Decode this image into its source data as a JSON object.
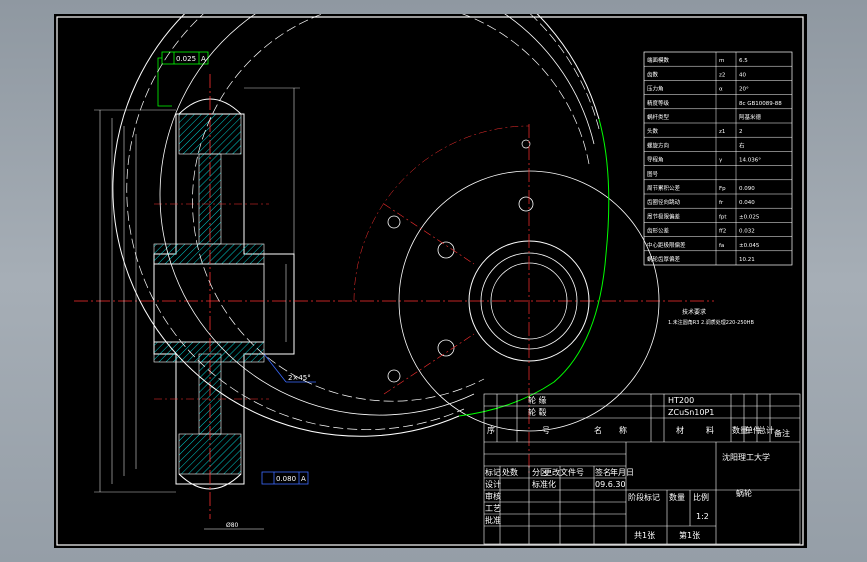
{
  "drawing": {
    "title_block": {
      "school": "沈阳理工大学",
      "part_name": "蜗轮",
      "scale_header": "比例",
      "scale_value": "1:2",
      "weight_header": "数量",
      "stage_header": "阶段标记",
      "sheet_total": "共1张",
      "sheet_no": "第1张",
      "design_label": "设计",
      "check_label": "审核",
      "process_label": "工艺",
      "approve_label": "批准",
      "mark_label": "标记",
      "count_label": "处数",
      "zone_label": "分区",
      "change_label": "更改文件号",
      "sign_label": "签名",
      "date_label": "年月日",
      "std_label": "标准化",
      "date_value": "09.6.30"
    },
    "parts_list": {
      "header_no": "序",
      "header_code": "号",
      "header_name": "名",
      "header_name2": "称",
      "header_material": "材",
      "header_material2": "料",
      "header_qty": "数量",
      "header_weight": "单件",
      "header_total": "总计",
      "header_note": "备注",
      "row1_name": "轮 毂",
      "row1_material": "HT200",
      "row2_name": "轮 缘",
      "row2_material": "ZCuSn10P1"
    },
    "gear_params": [
      {
        "label": "端面模数",
        "sym": "m",
        "value": "6.5"
      },
      {
        "label": "齿数",
        "sym": "z2",
        "value": "40"
      },
      {
        "label": "压力角",
        "sym": "α",
        "value": "20°"
      },
      {
        "label": "精度等级",
        "sym": "",
        "value": "8c GB10089-88"
      },
      {
        "label": "蜗杆类型",
        "sym": "",
        "value": "阿基米德"
      },
      {
        "label": "头数",
        "sym": "z1",
        "value": "2"
      },
      {
        "label": "螺旋方向",
        "sym": "",
        "value": "右"
      },
      {
        "label": "导程角",
        "sym": "γ",
        "value": "14.036°"
      },
      {
        "label": "图号",
        "sym": "",
        "value": ""
      },
      {
        "label": "周节累积公差",
        "sym": "Fp",
        "value": "0.090"
      },
      {
        "label": "齿圈径向跳动",
        "sym": "fr",
        "value": "0.040"
      },
      {
        "label": "周节极限偏差",
        "sym": "fpt",
        "value": "±0.025"
      },
      {
        "label": "齿形公差",
        "sym": "ff2",
        "value": "0.032"
      },
      {
        "label": "中心距极限偏差",
        "sym": "fa",
        "value": "±0.045"
      },
      {
        "label": "蜗轮齿厚偏差",
        "sym": "",
        "value": "10.21"
      }
    ],
    "tech_notes": {
      "title": "技术要求",
      "line1": "1.未注圆角R3 2.调质处理220-250HB"
    },
    "annotations": {
      "tol_value": "0.025",
      "tol_datum": "A",
      "runout_value": "0.080",
      "runout_datum": "A",
      "chamfer": "2×45°",
      "dim_bottom": "Ø80"
    }
  }
}
